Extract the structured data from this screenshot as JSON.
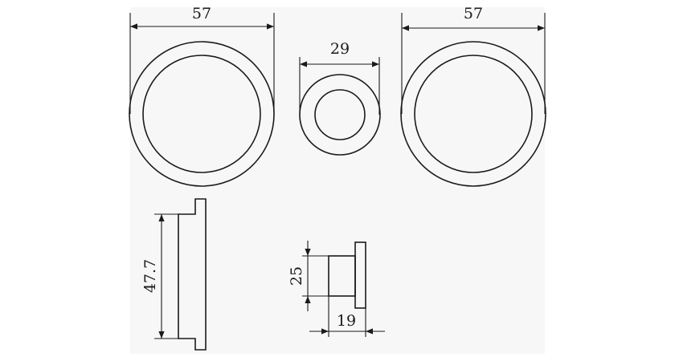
{
  "drawing": {
    "views": {
      "large_rosette_left": {
        "dim_label": "57"
      },
      "small_rosette": {
        "dim_label": "29"
      },
      "large_rosette_right": {
        "dim_label": "57"
      },
      "large_side_profile": {
        "dim_label": "47.7"
      },
      "small_side_profile": {
        "height_label": "25",
        "depth_label": "19"
      }
    },
    "colors": {
      "line": "#1a1a1a",
      "background": "#f7f7f7"
    }
  }
}
